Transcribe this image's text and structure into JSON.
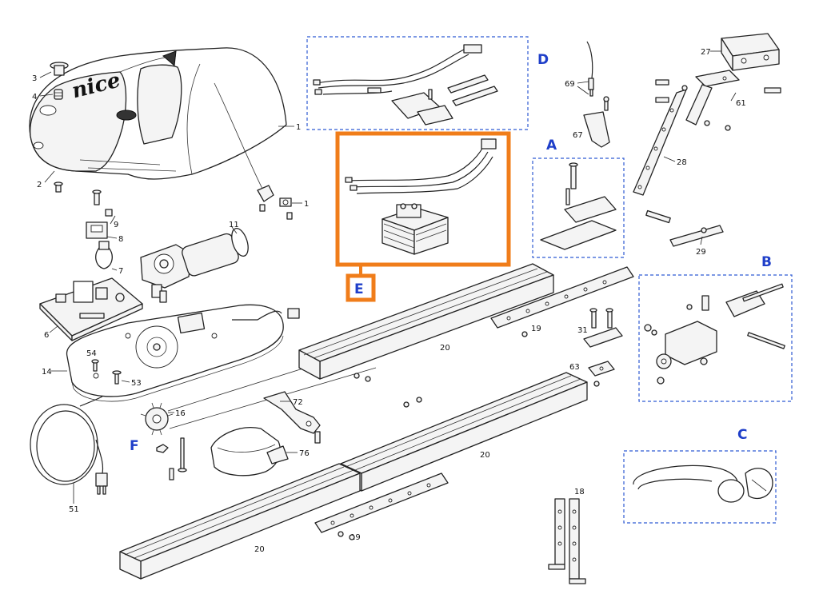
{
  "brand_logo": "nice",
  "callouts": {
    "c1": "1",
    "c1b": "1",
    "c2": "2",
    "c3": "3",
    "c4": "4",
    "c6": "6",
    "c7": "7",
    "c8": "8",
    "c9": "9",
    "c11": "11",
    "c14": "14",
    "c16": "16",
    "c18": "18",
    "c19a": "19",
    "c19b": "19",
    "c20a": "20",
    "c20b": "20",
    "c20c": "20",
    "c27": "27",
    "c28": "28",
    "c29": "29",
    "c31": "31",
    "c51": "51",
    "c53": "53",
    "c54": "54",
    "c61": "61",
    "c63": "63",
    "c67": "67",
    "c69": "69",
    "c72": "72",
    "c76": "76"
  },
  "groups": {
    "A": "A",
    "B": "B",
    "C": "C",
    "D": "D",
    "E": "E",
    "F": "F"
  },
  "colors": {
    "group_label": "#1f3fc9",
    "group_box": "#2f5bd3",
    "highlight": "#f07d1a"
  }
}
